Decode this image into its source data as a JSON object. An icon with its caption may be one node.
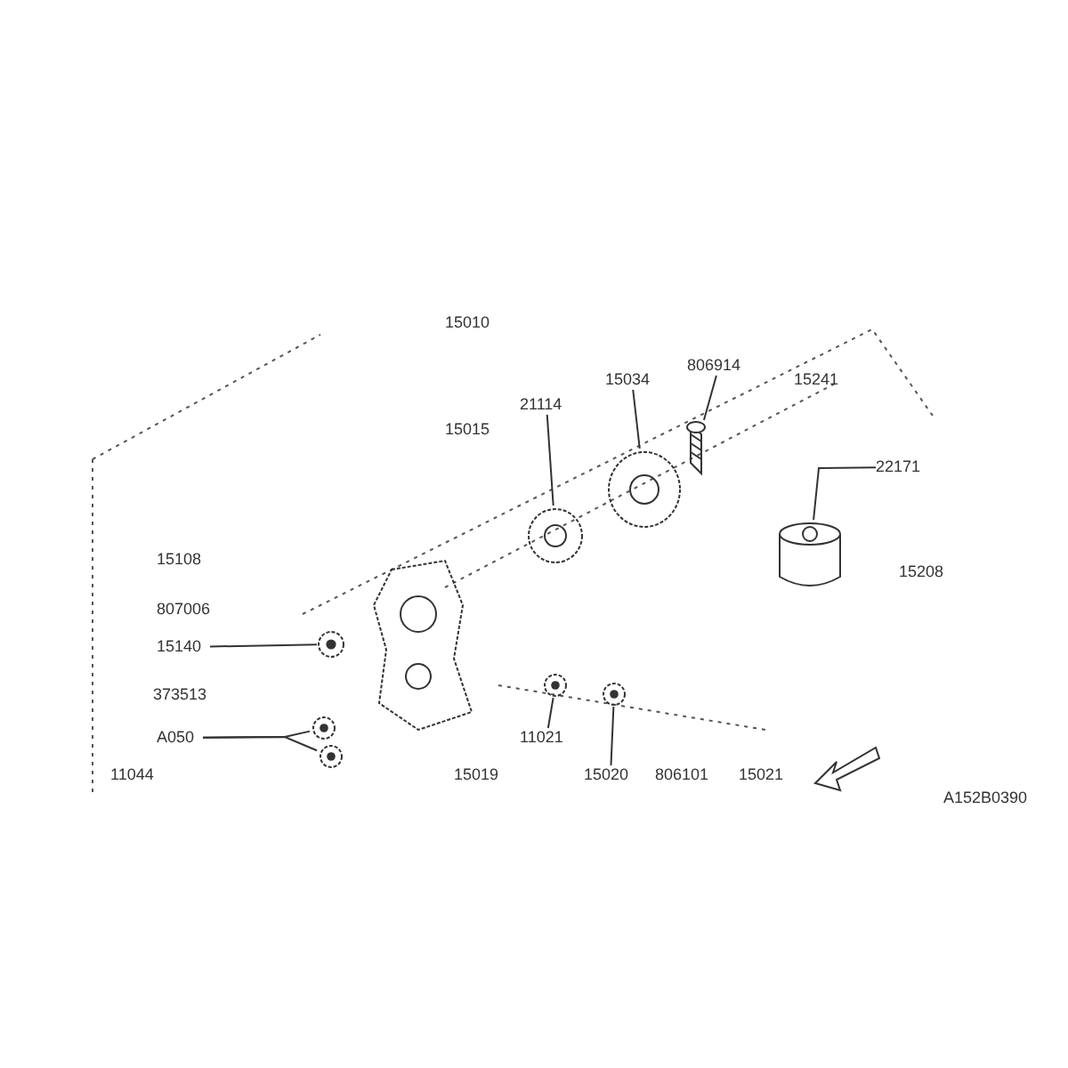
{
  "diagram": {
    "nodes": [
      {
        "text": [
          "21114"
        ]
      },
      {
        "text": [
          "15034"
        ]
      },
      {
        "text": [
          "806914"
        ]
      },
      {
        "text": [
          "22171"
        ]
      },
      {
        "text": [
          "15140"
        ]
      },
      {
        "text": [
          "A050"
        ]
      },
      {
        "text": [
          "11021"
        ]
      },
      {
        "text": [
          "15020"
        ]
      },
      {
        "text": [],
        "shape": "picture"
      },
      {
        "text": [],
        "shape": "picture"
      },
      {
        "text": [],
        "shape": "picture"
      },
      {
        "text": [],
        "shape": "picture"
      },
      {
        "text": [],
        "shape": "picture"
      },
      {
        "text": [],
        "shape": "circle"
      },
      {
        "text": [],
        "shape": "circle"
      },
      {
        "text": [],
        "shape": "circle"
      },
      {
        "text": [],
        "shape": "circle"
      },
      {
        "text": [],
        "shape": "circle"
      }
    ],
    "edges": [
      {
        "from": 0,
        "to": 9,
        "arrow": "none"
      },
      {
        "from": 1,
        "to": 10,
        "arrow": "none"
      },
      {
        "from": 2,
        "to": 11,
        "arrow": "none"
      },
      {
        "from": 3,
        "to": 12,
        "arrow": "none"
      },
      {
        "from": 4,
        "to": 13,
        "arrow": "none"
      },
      {
        "from": 5,
        "to": 14,
        "arrow": "none"
      },
      {
        "from": 5,
        "to": 15,
        "arrow": "none"
      },
      {
        "from": 6,
        "to": 16,
        "arrow": "none"
      },
      {
        "from": 7,
        "to": 17,
        "arrow": "none"
      }
    ],
    "labels": [
      "15010",
      "15015",
      "15241",
      "15208",
      "15108",
      "807006",
      "373513",
      "11044",
      "15019",
      "806101",
      "15021",
      "A152B0390"
    ]
  }
}
